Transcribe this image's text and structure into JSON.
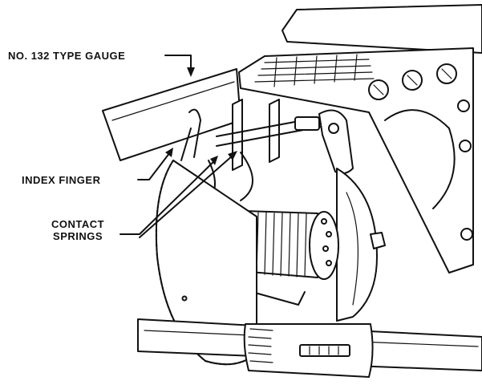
{
  "labels": {
    "gauge": "NO. 132 TYPE GAUGE",
    "index_finger": "INDEX FINGER",
    "contact_springs_line1": "CONTACT",
    "contact_springs_line2": "SPRINGS"
  }
}
